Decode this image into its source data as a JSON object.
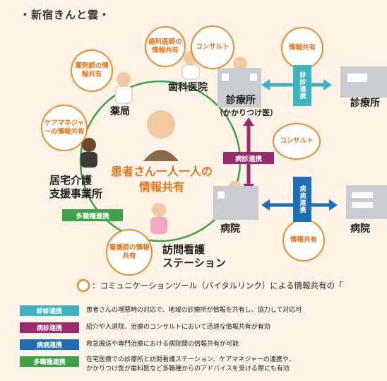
{
  "title": "・新宿きんと雲・",
  "center": {
    "line1": "患者さん一人一人の",
    "line2": "情報共有"
  },
  "nodes": {
    "dental": "歯科医院",
    "clinic_main": "診療所",
    "clinic_sub": "（かかりつけ医）",
    "pharmacy": "薬局",
    "care_line1": "居宅介護",
    "care_line2": "支援事業所",
    "nursing_line1": "訪問看護",
    "nursing_line2": "ステーション",
    "hospital": "病院",
    "clinic_right": "診療所",
    "hospital_right": "病院"
  },
  "bubbles": {
    "dental_doctor": "歯科医師の情報共有",
    "consult_top": "コンサルト",
    "pharmacist": "薬剤師の情報共有",
    "care_manager": "ケアマネジャーの情報共有",
    "consult_mid": "コンサルト",
    "info_top_right": "情報共有",
    "info_bottom_right": "情報共有",
    "nurse": "看護師の情報共有"
  },
  "links": {
    "shin_shin": "診診連携",
    "byo_shin": "病診連携",
    "byo_byo": "病病連携",
    "multi": "多職種連携"
  },
  "note": "：コミュニケーションツール（バイタルリンク）による情報共有の「",
  "legend": [
    {
      "tag": "診診連携",
      "text": "患者さんの増悪時の対応で、地域の診療所が情報を共有し、協力して対応可",
      "color": "#3fb3c4"
    },
    {
      "tag": "病診連携",
      "text": "紹介や入退院、治療のコンサルトにおいて迅速な情報共有が有効",
      "color": "#9b2a6e"
    },
    {
      "tag": "病病連携",
      "text": "救急搬送や専門治療における病院間の情報共有が可能",
      "color": "#1f6fb8"
    },
    {
      "tag": "多職種連携",
      "text": "在宅医療での診療所と訪問看護ステーション、ケアマネジャーの連携や、",
      "text2": "かかりつけ医が歯科医など多職種からのアドバイスを受ける際にも有効",
      "color": "#3ea24a"
    }
  ],
  "colors": {
    "orange": "#f08a2a",
    "green": "#3ea24a",
    "bg": "#fdf3e6"
  }
}
